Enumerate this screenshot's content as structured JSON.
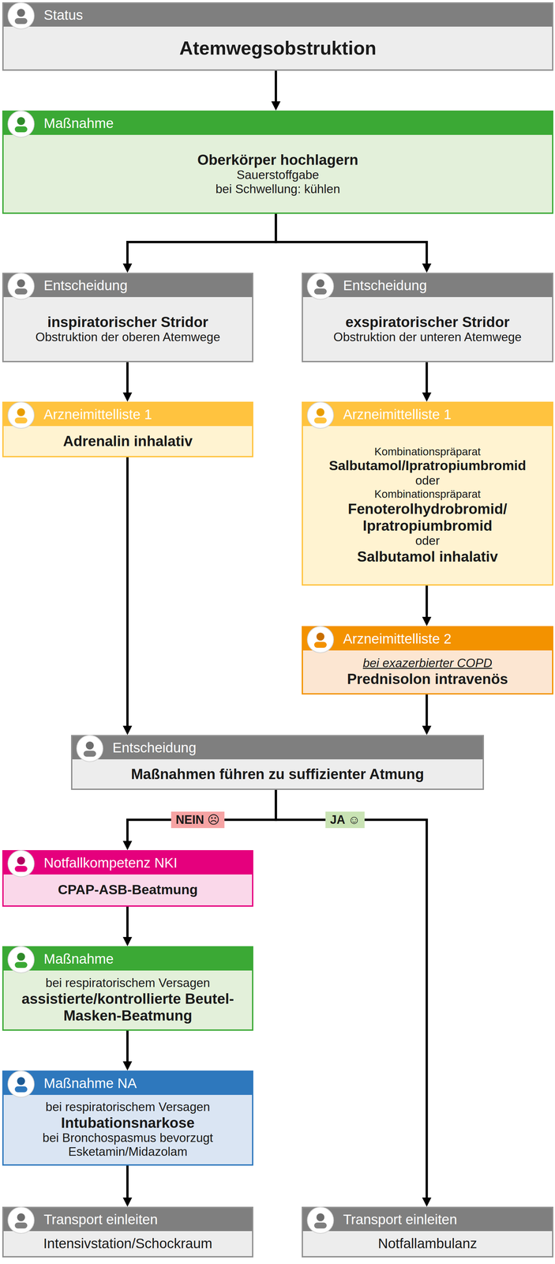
{
  "diagram": {
    "nodes": [
      {
        "text": [
          "Status",
          "Atemwegsobstruktion"
        ]
      },
      {
        "text": [
          "Maßnahme",
          "Oberkörper hochlagern",
          "Sauerstoffgabe",
          "bei Schwellung: kühlen"
        ]
      },
      {
        "text": [
          "Entscheidung",
          "inspiratorischer Stridor",
          "Obstruktion der oberen Atemwege"
        ]
      },
      {
        "text": [
          "Entscheidung",
          "exspiratorischer Stridor",
          "Obstruktion der unteren Atemwege"
        ]
      },
      {
        "text": [
          "Arzneimittelliste 1",
          "Adrenalin inhalativ"
        ]
      },
      {
        "text": [
          "Arzneimittelliste 1",
          "Kombinationspräparat",
          "Salbutamol/Ipratropiumbromid",
          "oder",
          "Kombinationspräparat",
          "Fenoterolhydrobromid/ Ipratropiumbromid",
          "oder",
          "Salbutamol inhalativ"
        ]
      },
      {
        "text": [
          "Arzneimittelliste 2",
          "bei exazerbierter COPD",
          "Prednisolon intravenös"
        ]
      },
      {
        "text": [
          "Entscheidung",
          "Maßnahmen führen zu suffizienter Atmung"
        ]
      },
      {
        "text": [
          "Notfallkompetenz NKI",
          "CPAP-ASB-Beatmung"
        ]
      },
      {
        "text": [
          "Maßnahme",
          "bei respiratorischem Versagen",
          "assistierte/kontrollierte Beutel-Masken-Beatmung"
        ]
      },
      {
        "text": [
          "Maßnahme NA",
          "bei respiratorischem Versagen",
          "Intubationsnarkose",
          "bei Bronchospasmus bevorzugt Esketamin/Midazolam"
        ]
      },
      {
        "text": [
          "Transport einleiten",
          "Intensivstation/Schockraum"
        ]
      },
      {
        "text": [
          "Transport einleiten",
          "Notfallambulanz"
        ]
      }
    ],
    "edges": [
      {
        "from": 0,
        "to": 1,
        "arrow": "to"
      },
      {
        "from": 1,
        "to": 2,
        "arrow": "to"
      },
      {
        "from": 1,
        "to": 3,
        "arrow": "to"
      },
      {
        "from": 2,
        "to": 4,
        "arrow": "to"
      },
      {
        "from": 3,
        "to": 5,
        "arrow": "to"
      },
      {
        "from": 5,
        "to": 6,
        "arrow": "to"
      },
      {
        "from": 4,
        "to": 7,
        "arrow": "to"
      },
      {
        "from": 6,
        "to": 7,
        "arrow": "to"
      },
      {
        "from": 7,
        "to": 8,
        "label": "NEIN ☹",
        "arrow": "to"
      },
      {
        "from": 7,
        "to": 12,
        "label": "JA ☺",
        "arrow": "to"
      },
      {
        "from": 8,
        "to": 9,
        "arrow": "to"
      },
      {
        "from": 9,
        "to": 10,
        "arrow": "to"
      },
      {
        "from": 10,
        "to": 11,
        "arrow": "to"
      }
    ]
  }
}
